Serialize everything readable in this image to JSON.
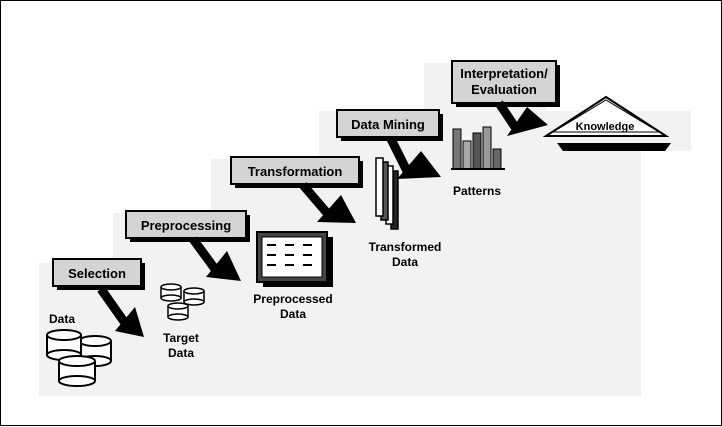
{
  "steps": [
    {
      "label": "Selection"
    },
    {
      "label": "Preprocessing"
    },
    {
      "label": "Transformation"
    },
    {
      "label": "Data Mining"
    },
    {
      "label_line1": "Interpretation/",
      "label_line2": "Evaluation"
    }
  ],
  "artifacts": {
    "data": "Data",
    "target_line1": "Target",
    "target_line2": "Data",
    "preprocessed_line1": "Preprocessed",
    "preprocessed_line2": "Data",
    "transformed_line1": "Transformed",
    "transformed_line2": "Data",
    "patterns": "Patterns",
    "knowledge": "Knowledge"
  },
  "colors": {
    "step_box_fill": "#d4d4d4",
    "stroke": "#000000",
    "background": "#ffffff"
  },
  "icons": [
    "cylinder-icon",
    "screen-icon",
    "stacked-sheets-icon",
    "bar-chart-icon",
    "pyramid-icon",
    "arrow-icon"
  ]
}
